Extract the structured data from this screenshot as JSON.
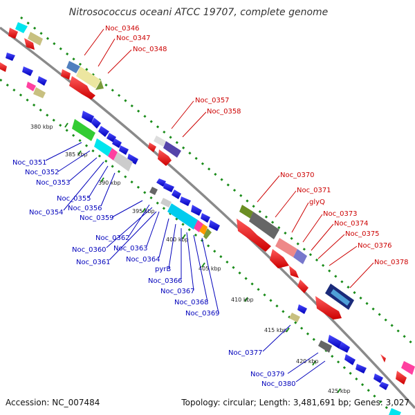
{
  "title": "Nitrosococcus oceani ATCC 19707, complete genome",
  "footer": {
    "accession": "Accession: NC_007484",
    "topology": "Topology: circular; Length: 3,481,691 bp; Genes: 3,027"
  },
  "kbp_ticks": [
    "380 kbp",
    "385 kbp",
    "390 kbp",
    "395 kbp",
    "400 kbp",
    "405 kbp",
    "410 kbp",
    "415 kbp",
    "420 kbp",
    "425 kbp"
  ],
  "labels_red": [
    "Noc_0346",
    "Noc_0347",
    "Noc_0348",
    "Noc_0357",
    "Noc_0358",
    "Noc_0370",
    "Noc_0371",
    "glyQ",
    "Noc_0373",
    "Noc_0374",
    "Noc_0375",
    "Noc_0376",
    "Noc_0378"
  ],
  "labels_blue": [
    "Noc_0351",
    "Noc_0352",
    "Noc_0353",
    "Noc_0355",
    "Noc_0356",
    "Noc_0354",
    "Noc_0359",
    "Noc_0362",
    "Noc_0360",
    "Noc_0363",
    "Noc_0361",
    "Noc_0364",
    "pyrB",
    "Noc_0366",
    "Noc_0367",
    "Noc_0368",
    "Noc_0369",
    "Noc_0377",
    "Noc_0379",
    "Noc_0380"
  ],
  "colors": {
    "forward_strand": "#ff0000",
    "reverse_strand": "#0000ee",
    "label_red": "#cc0000",
    "label_blue": "#0000bb",
    "backbone": "#888888",
    "gc_dots": "#1a8c1a"
  }
}
